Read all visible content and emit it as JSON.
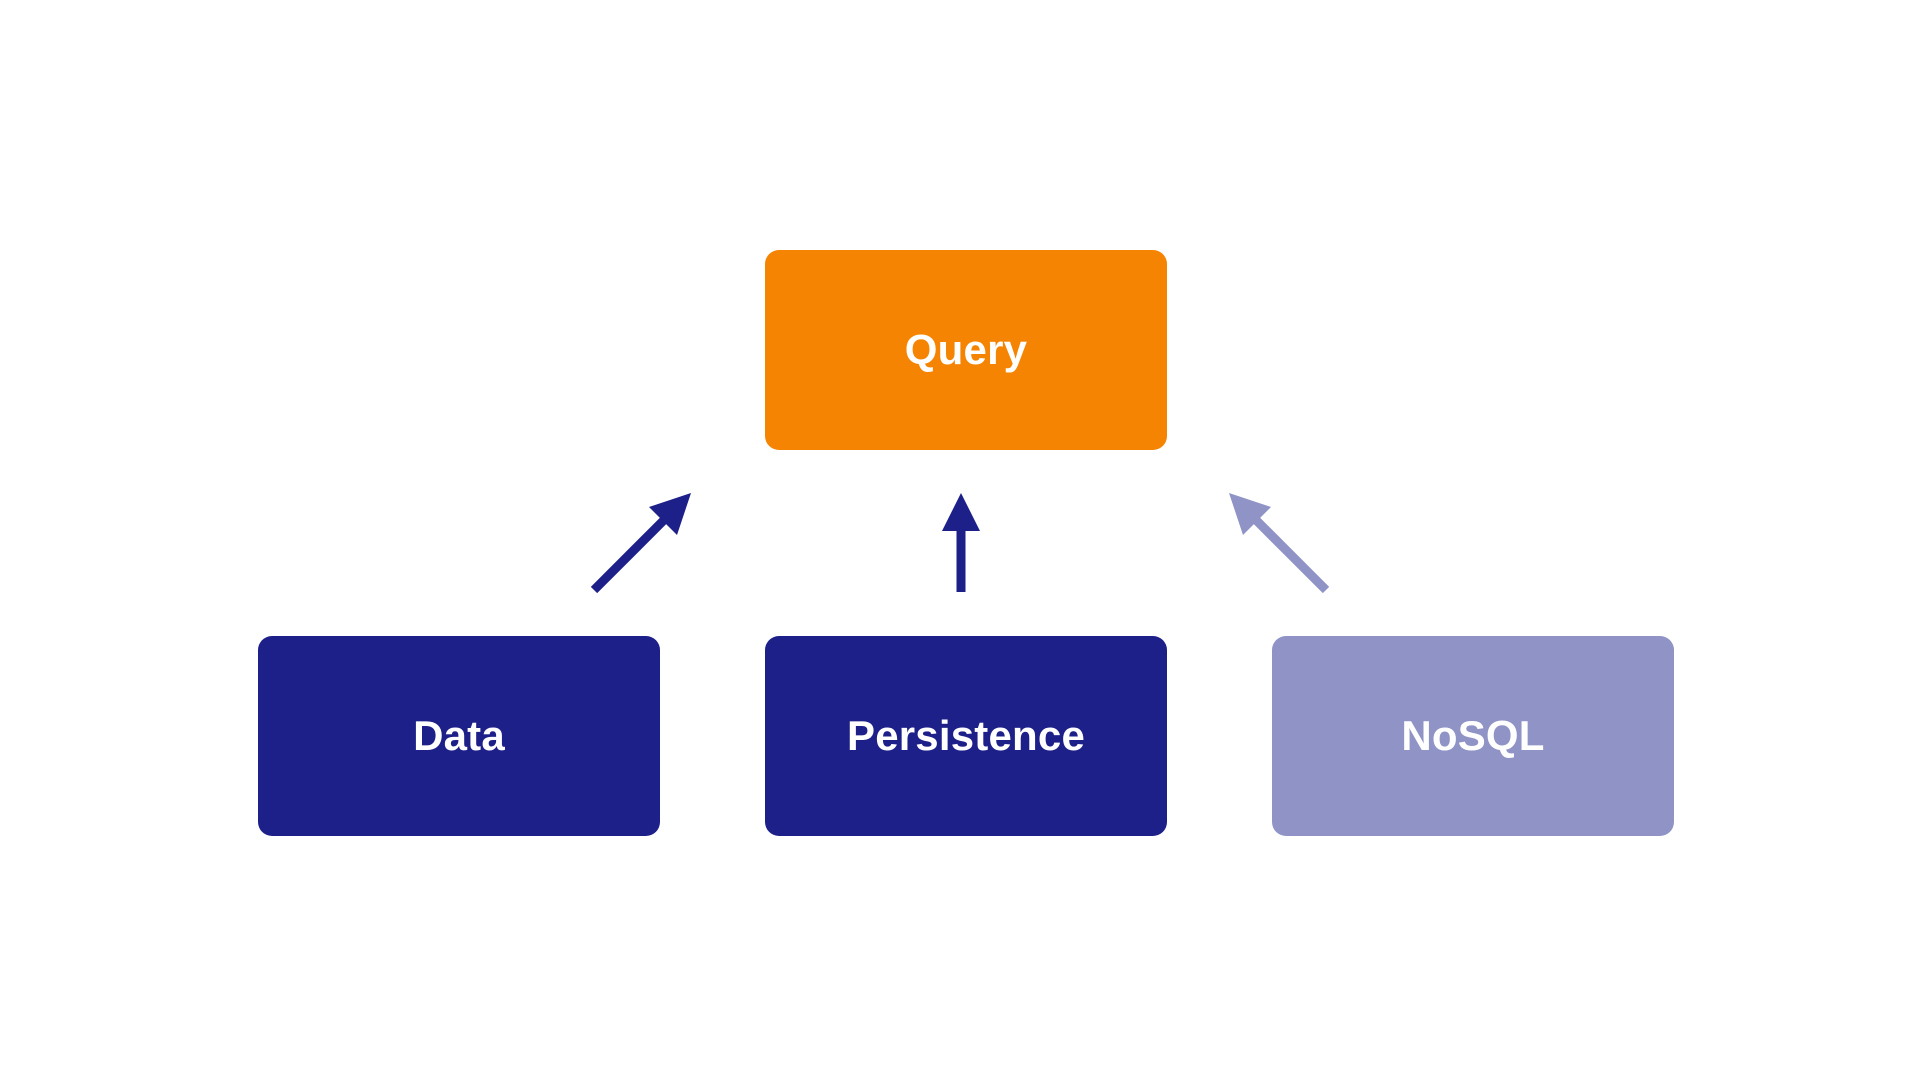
{
  "diagram": {
    "nodes": {
      "query": {
        "label": "Query",
        "color": "#F68403"
      },
      "data": {
        "label": "Data",
        "color": "#1E2089"
      },
      "persistence": {
        "label": "Persistence",
        "color": "#1E2089"
      },
      "nosql": {
        "label": "NoSQL",
        "color": "#8F93C6"
      }
    },
    "edges": [
      {
        "from": "Data",
        "to": "Query",
        "color": "#1E2089"
      },
      {
        "from": "Persistence",
        "to": "Query",
        "color": "#1E2089"
      },
      {
        "from": "NoSQL",
        "to": "Query",
        "color": "#8F93C6"
      }
    ]
  }
}
